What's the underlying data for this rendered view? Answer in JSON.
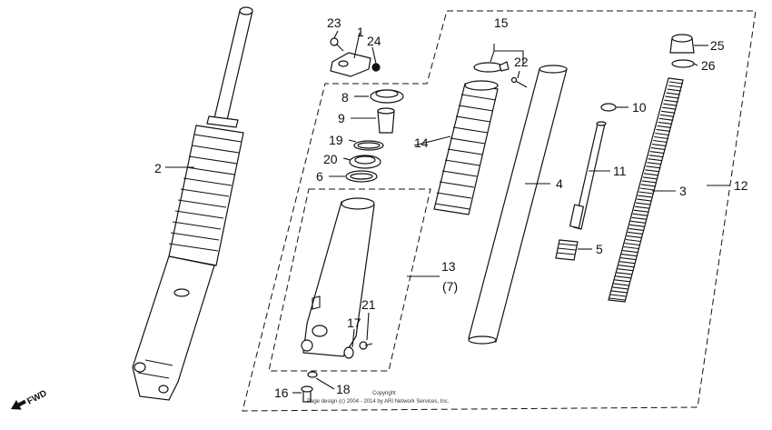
{
  "labels": {
    "p1": "1",
    "p2": "2",
    "p3": "3",
    "p4": "4",
    "p5": "5",
    "p6": "6",
    "p8": "8",
    "p9": "9",
    "p10": "10",
    "p11": "11",
    "p12": "12",
    "p13": "13",
    "p13b": "(7)",
    "p14": "14",
    "p15": "15",
    "p16": "16",
    "p17": "17",
    "p18": "18",
    "p19": "19",
    "p20": "20",
    "p21": "21",
    "p22": "22",
    "p23": "23",
    "p24": "24",
    "p25": "25",
    "p26": "26"
  },
  "fwd": "FWD",
  "copyright": {
    "line1": "Copyright",
    "line2": "Page design (c) 2004 - 2014 by ARI Network Services, Inc."
  }
}
